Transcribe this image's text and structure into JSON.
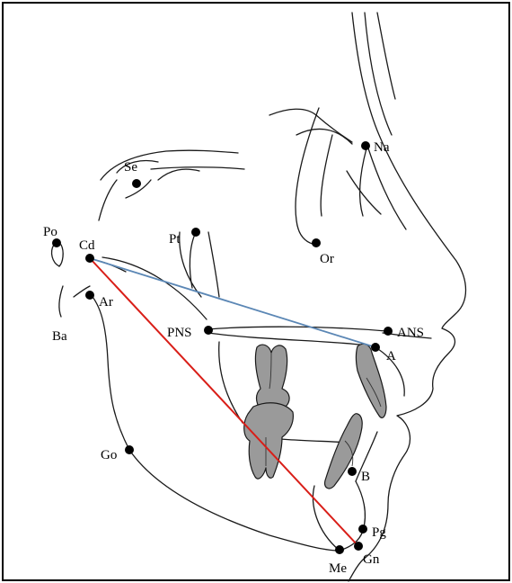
{
  "landmarks": [
    {
      "id": "na",
      "label": "Na"
    },
    {
      "id": "se",
      "label": "Se"
    },
    {
      "id": "po",
      "label": "Po"
    },
    {
      "id": "cd",
      "label": "Cd"
    },
    {
      "id": "pt",
      "label": "Pt"
    },
    {
      "id": "or",
      "label": "Or"
    },
    {
      "id": "ar",
      "label": "Ar"
    },
    {
      "id": "ba",
      "label": "Ba"
    },
    {
      "id": "pns",
      "label": "PNS"
    },
    {
      "id": "ans",
      "label": "ANS"
    },
    {
      "id": "a",
      "label": "A"
    },
    {
      "id": "go",
      "label": "Go"
    },
    {
      "id": "b",
      "label": "B"
    },
    {
      "id": "pg",
      "label": "Pg"
    },
    {
      "id": "me",
      "label": "Me"
    },
    {
      "id": "gn",
      "label": "Gn"
    }
  ],
  "measurement_lines": [
    {
      "id": "cd-a",
      "from": "Cd",
      "to": "A",
      "color": "#5b87b5"
    },
    {
      "id": "cd-gn",
      "from": "Cd",
      "to": "Gn",
      "color": "#d91e18"
    }
  ],
  "colors": {
    "stroke": "#1a1a1a",
    "tooth_fill": "#9a9a9a",
    "landmark": "#000000"
  }
}
